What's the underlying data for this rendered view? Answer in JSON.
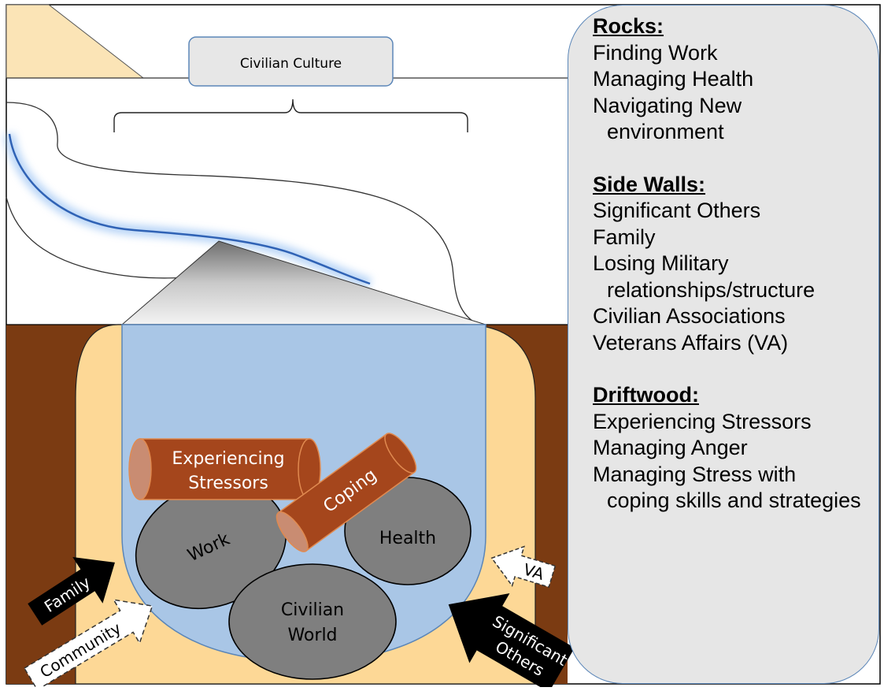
{
  "river": {
    "top_label": "Civilian Culture"
  },
  "driftwood_logs": {
    "log1": [
      "Experiencing",
      "Stressors"
    ],
    "log2": "Coping"
  },
  "rocks": {
    "work": "Work",
    "health": "Health",
    "civilian_world": [
      "Civilian",
      "World"
    ]
  },
  "arrows": {
    "family": "Family",
    "community": "Community",
    "va": "VA",
    "significant_others": [
      "Significant",
      "Others"
    ]
  },
  "legend": {
    "sections": [
      {
        "heading": "Rocks:",
        "items": [
          "Finding Work",
          "Managing Health",
          "Navigating New environment"
        ]
      },
      {
        "heading": "Side Walls:",
        "items": [
          "Significant Others",
          "Family",
          "Losing Military relationships/structure",
          "Civilian Associations",
          "Veterans Affairs (VA)"
        ]
      },
      {
        "heading": "Driftwood:",
        "items": [
          "Experiencing Stressors",
          "Managing Anger",
          "Managing Stress with coping skills and strategies"
        ]
      }
    ]
  },
  "colors": {
    "soil": "#7b3b12",
    "sand": "#fdd896",
    "water": "#a9c6e6",
    "rock": "#7f7f7f",
    "log": "#a5461c",
    "panel": "#e6e6e6",
    "panel_border": "#5b86b8"
  }
}
